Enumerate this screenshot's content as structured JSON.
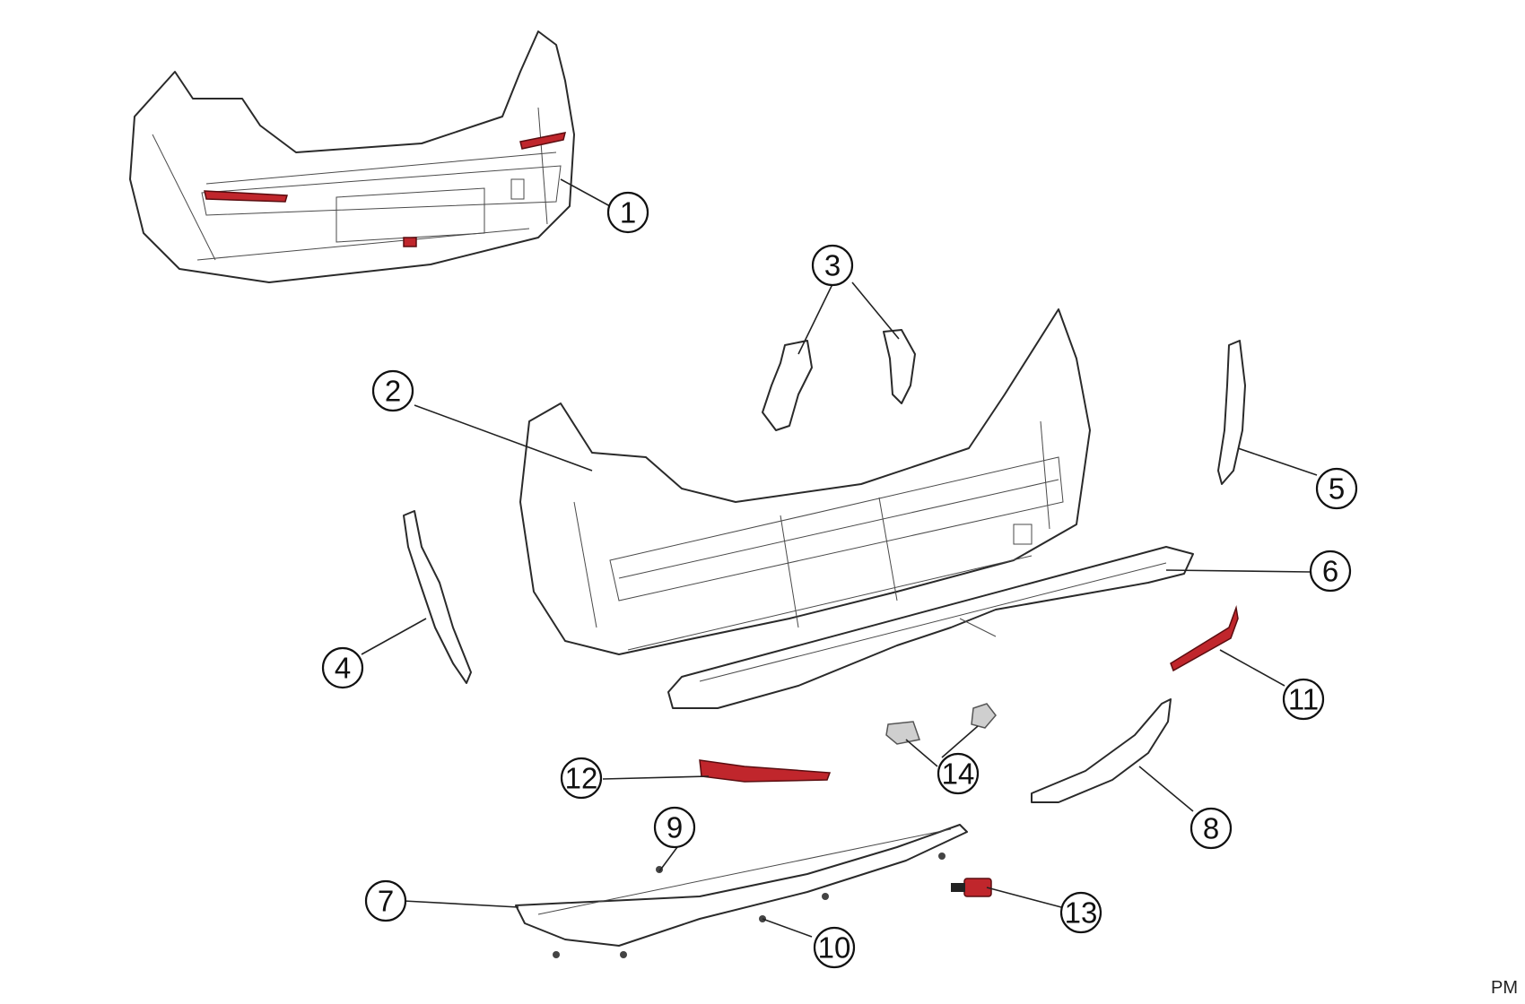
{
  "callouts": [
    {
      "id": "1",
      "label": "1"
    },
    {
      "id": "2",
      "label": "2"
    },
    {
      "id": "3",
      "label": "3"
    },
    {
      "id": "4",
      "label": "4"
    },
    {
      "id": "5",
      "label": "5"
    },
    {
      "id": "6",
      "label": "6"
    },
    {
      "id": "7",
      "label": "7"
    },
    {
      "id": "8",
      "label": "8"
    },
    {
      "id": "9",
      "label": "9"
    },
    {
      "id": "10",
      "label": "10"
    },
    {
      "id": "11",
      "label": "11"
    },
    {
      "id": "12",
      "label": "12"
    },
    {
      "id": "13",
      "label": "13"
    },
    {
      "id": "14",
      "label": "14"
    }
  ],
  "corner_code": "PM",
  "colors": {
    "highlight_red": "#c0262c",
    "line": "#2a2a2a",
    "grey_part": "#cfcfcf"
  }
}
